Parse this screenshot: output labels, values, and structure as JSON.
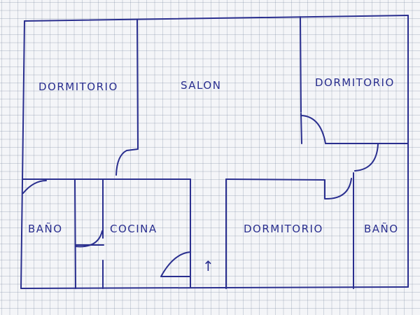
{
  "colors": {
    "ink": "#2a2f8f",
    "paper": "#f4f5f8",
    "grid": "#8a96ad"
  },
  "rooms": {
    "dormitorio_top_left": "DORMITORIO",
    "salon": "SALON",
    "dormitorio_top_right": "DORMITORIO",
    "bano_left": "BAÑO",
    "cocina": "COCINA",
    "dormitorio_bottom": "DORMITORIO",
    "bano_right": "BAÑO"
  },
  "entrance_arrow": "↑"
}
